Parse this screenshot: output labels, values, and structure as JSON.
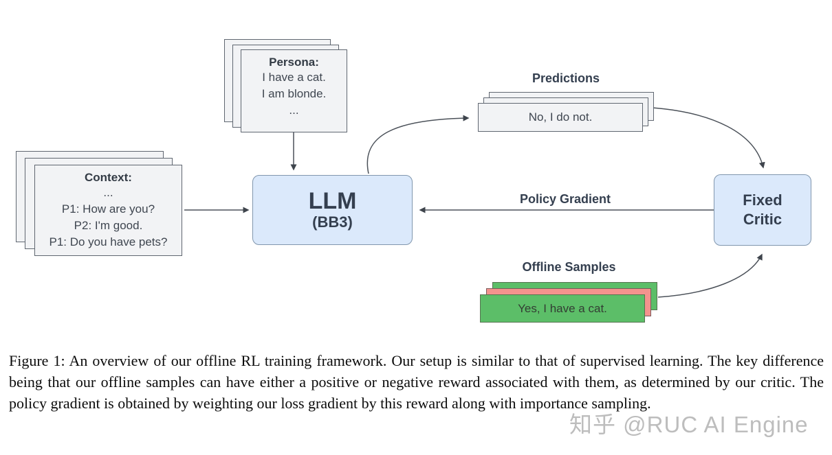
{
  "diagram": {
    "persona_card": {
      "title": "Persona:",
      "lines": [
        "I have a cat.",
        "I am blonde.",
        "..."
      ]
    },
    "context_card": {
      "title": "Context:",
      "lines": [
        "...",
        "P1: How are you?",
        "P2: I'm good.",
        "P1: Do you have pets?"
      ]
    },
    "llm_box": {
      "title": "LLM",
      "subtitle": "(BB3)"
    },
    "critic_box": {
      "line1": "Fixed",
      "line2": "Critic"
    },
    "predictions": {
      "label": "Predictions",
      "card_text": "No, I do not."
    },
    "offline_samples": {
      "label": "Offline Samples",
      "card_text": "Yes, I have a cat."
    },
    "policy_gradient_label": "Policy Gradient",
    "colors": {
      "box_fill": "#dbe9fb",
      "box_border": "#8096ad",
      "card_fill": "#f2f3f5",
      "card_border": "#5f6670",
      "green_fill": "#5cbe68",
      "pink_fill": "#f4938e",
      "arrow": "#4a5058",
      "label_text": "#343f4f"
    }
  },
  "caption": {
    "text": "Figure 1: An overview of our offline RL training framework. Our setup is similar to that of supervised learning. The key difference being that our offline samples can have either a positive or negative reward associated with them, as determined by our critic. The policy gradient is obtained by weighting our loss gradient by this reward along with importance sampling."
  },
  "watermark": {
    "text": "知乎 @RUC AI Engine"
  }
}
